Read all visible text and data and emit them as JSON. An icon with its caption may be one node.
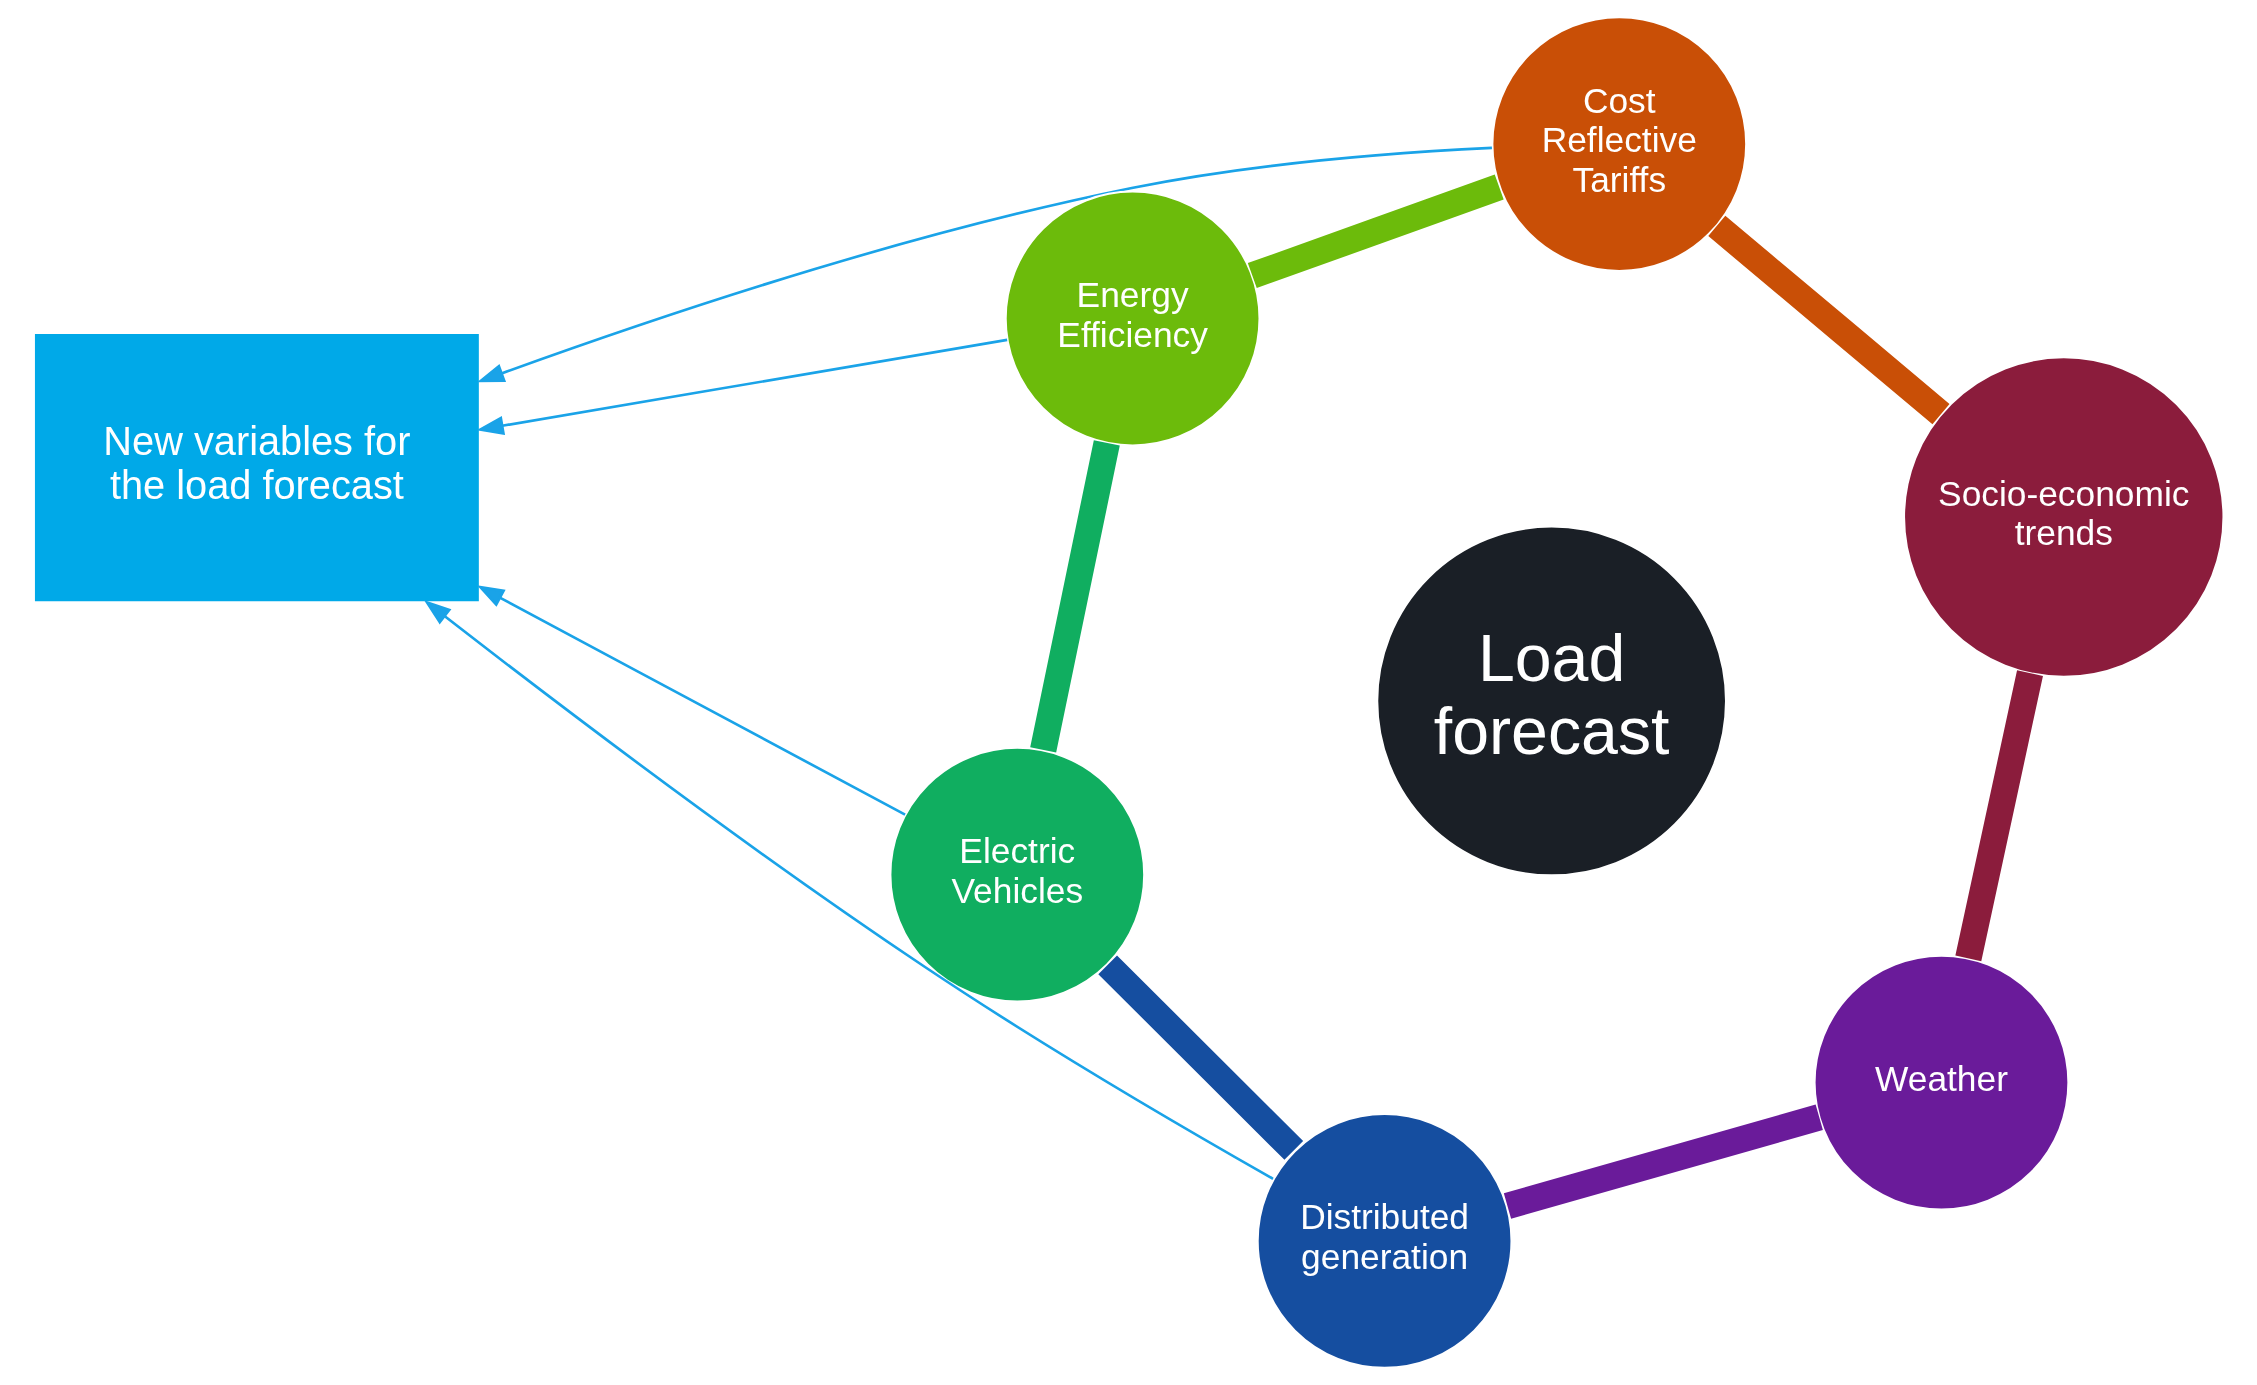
{
  "diagram": {
    "nodes": [
      {
        "text": [
          "New variables for the load forecast"
        ]
      },
      {
        "text": [
          "Socio-economic trends"
        ]
      },
      {
        "text": [
          "Weather"
        ]
      },
      {
        "text": [
          "Cost Reflective Tariffs"
        ]
      },
      {
        "text": [
          "Load forecast"
        ]
      },
      {
        "text": [
          "Energy Efficiency"
        ]
      },
      {
        "text": [
          "Distributed generation"
        ]
      },
      {
        "text": [
          "Electric Vehicles"
        ]
      }
    ],
    "edges": [
      {
        "from": 3,
        "to": 0,
        "arrow": "to",
        "color": "#1aa3e8"
      },
      {
        "from": 6,
        "to": 0,
        "arrow": "to",
        "color": "#1aa3e8"
      },
      {
        "from": 5,
        "to": 0,
        "arrow": "to",
        "color": "#1aa3e8"
      },
      {
        "from": 7,
        "to": 0,
        "arrow": "to",
        "color": "#1aa3e8"
      },
      {
        "from": 3,
        "to": 1,
        "arrow": "none",
        "color": "#c94f06"
      },
      {
        "from": 1,
        "to": 2,
        "arrow": "none",
        "color": "#8b1c3c"
      },
      {
        "from": 2,
        "to": 6,
        "arrow": "none",
        "color": "#6a1b9a"
      },
      {
        "from": 6,
        "to": 7,
        "arrow": "none",
        "color": "#154ea0"
      },
      {
        "from": 7,
        "to": 5,
        "arrow": "none",
        "color": "#10ae60"
      },
      {
        "from": 5,
        "to": 3,
        "arrow": "none",
        "color": "#6cbb0b"
      }
    ]
  }
}
